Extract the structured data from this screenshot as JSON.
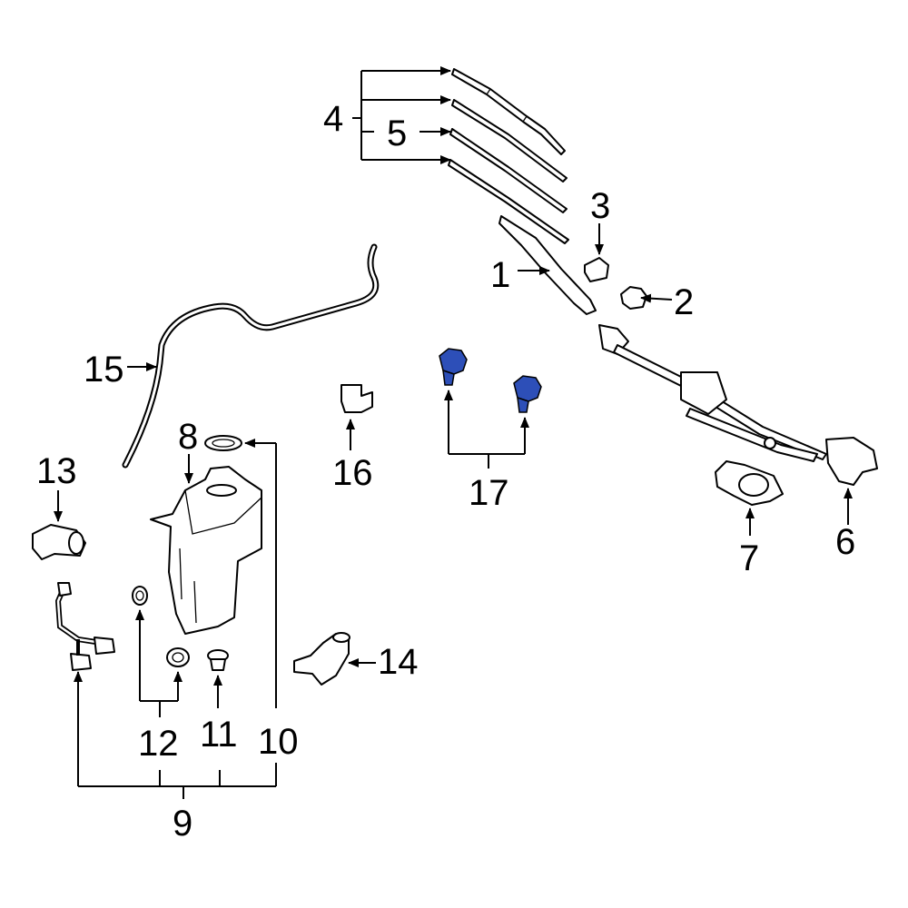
{
  "callouts": {
    "c1": "1",
    "c2": "2",
    "c3": "3",
    "c4": "4",
    "c5": "5",
    "c6": "6",
    "c7": "7",
    "c8": "8",
    "c9": "9",
    "c10": "10",
    "c11": "11",
    "c12": "12",
    "c13": "13",
    "c14": "14",
    "c15": "15",
    "c16": "16",
    "c17": "17"
  },
  "colors": {
    "highlight_part": "#2d4fb8",
    "line": "#000000",
    "background": "#ffffff"
  }
}
